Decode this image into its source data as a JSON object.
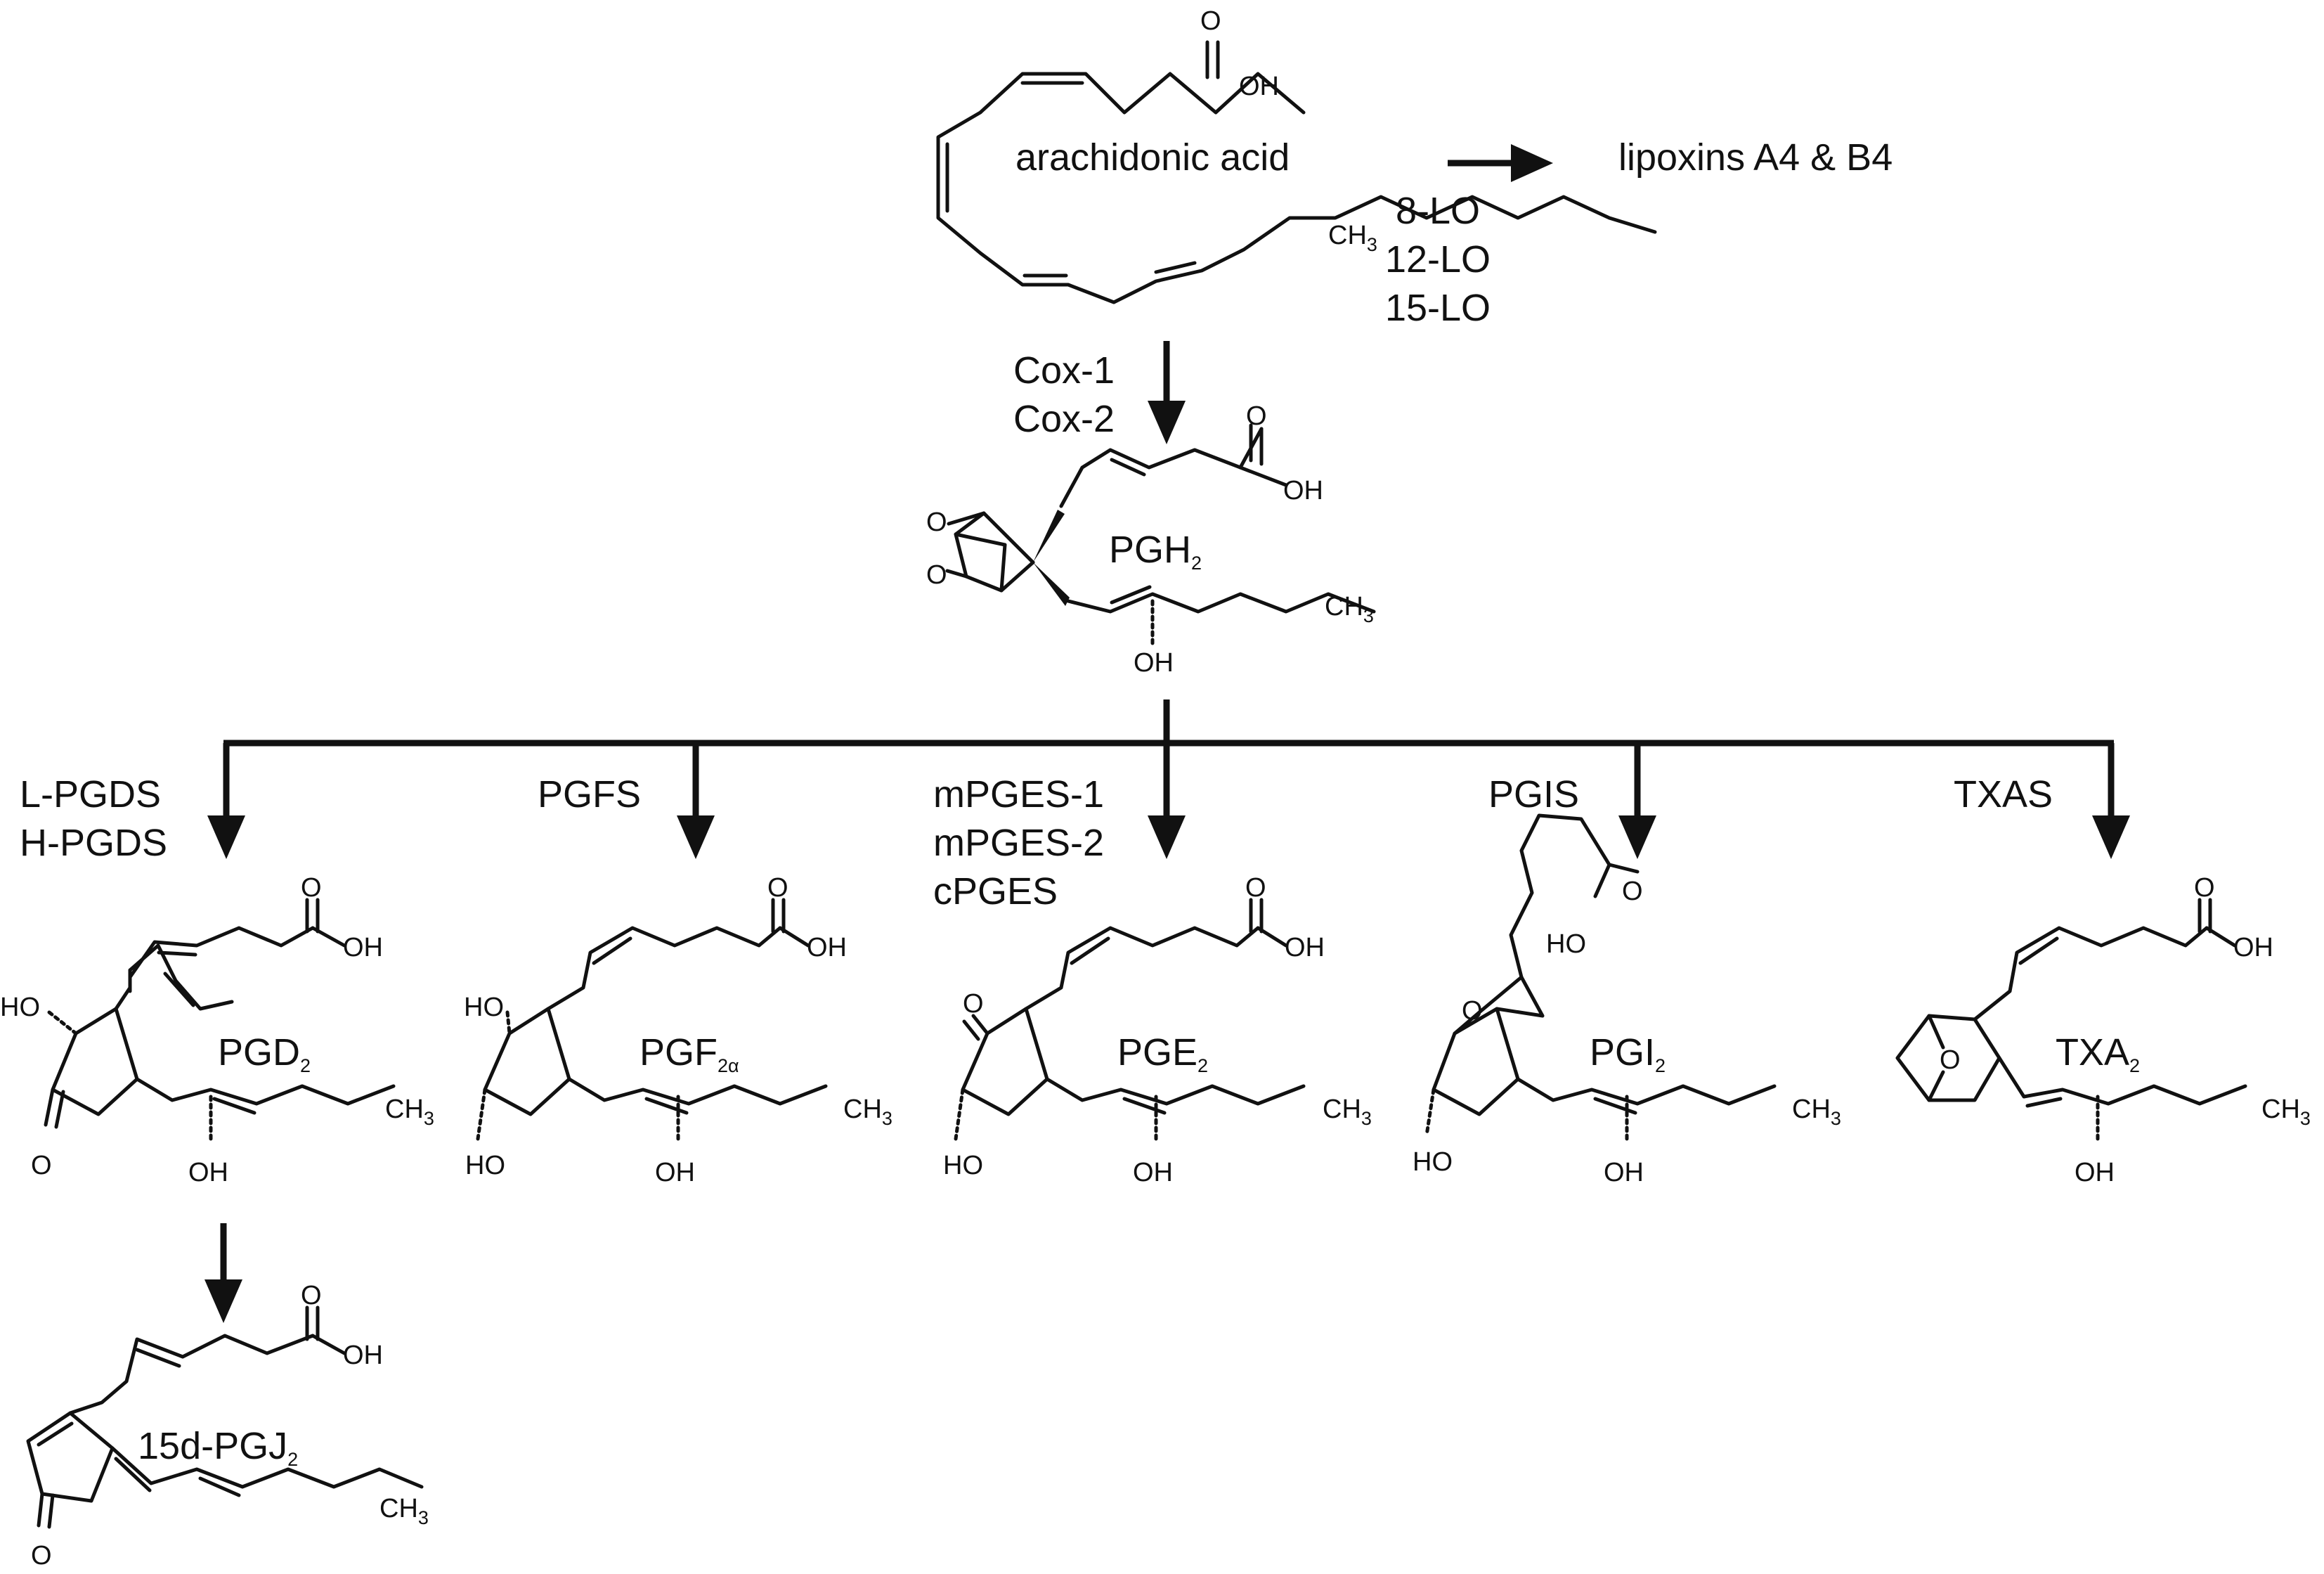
{
  "enzymes": {
    "lo": [
      "8-LO",
      "12-LO",
      "15-LO"
    ],
    "cox": [
      "Cox-1",
      "Cox-2"
    ],
    "pgds": [
      "L-PGDS",
      "H-PGDS"
    ],
    "pgfs": [
      "PGFS"
    ],
    "pges": [
      "mPGES-1",
      "mPGES-2",
      "cPGES"
    ],
    "pgis": [
      "PGIS"
    ],
    "txas": [
      "TXAS"
    ]
  },
  "compounds": {
    "aa": {
      "name": "arachidonic acid"
    },
    "lipoxins": {
      "name": "lipoxins A4 & B4"
    },
    "pgh2": {
      "base": "PGH",
      "sub": "2"
    },
    "pgd2": {
      "base": "PGD",
      "sub": "2"
    },
    "pgf2a": {
      "base": "PGF",
      "sub": "2α"
    },
    "pge2": {
      "base": "PGE",
      "sub": "2"
    },
    "pgi2": {
      "base": "PGI",
      "sub": "2"
    },
    "txa2": {
      "base": "TXA",
      "sub": "2"
    },
    "pgj2": {
      "base": "15d-PGJ",
      "sub": "2"
    }
  },
  "atoms": {
    "O": "O",
    "OH": "OH",
    "HO": "HO",
    "CH": "CH",
    "three": "3"
  }
}
